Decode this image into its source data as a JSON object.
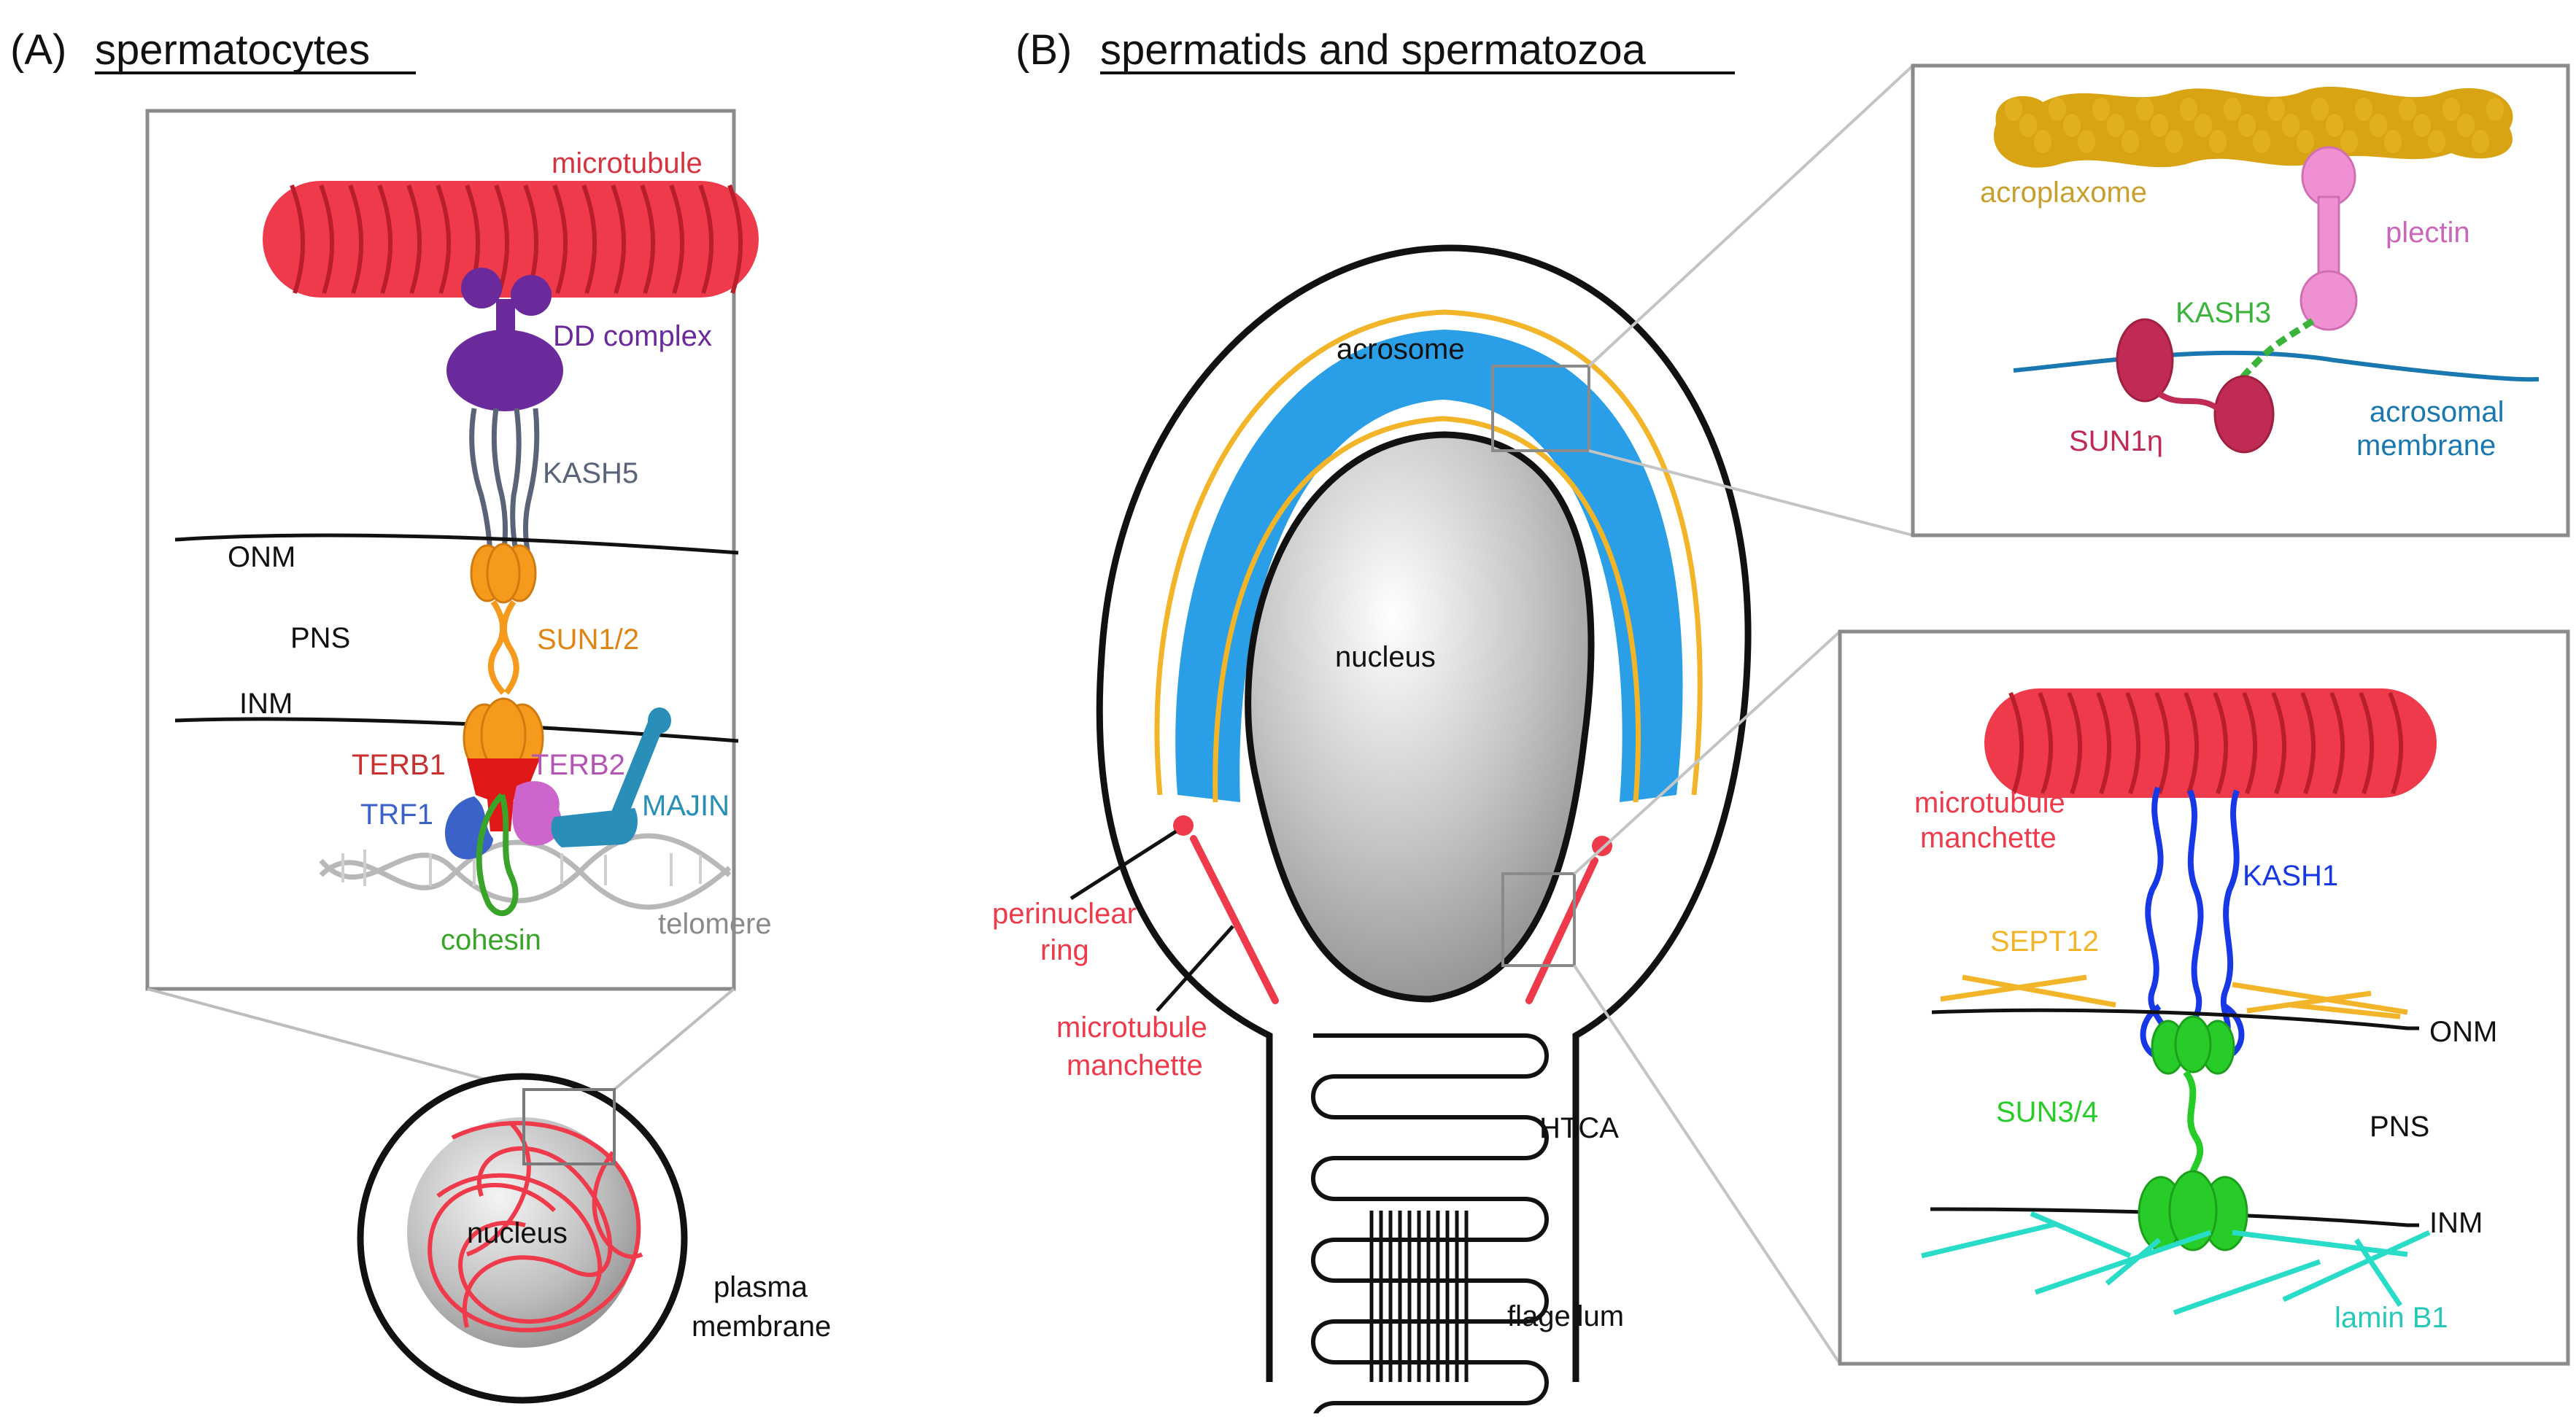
{
  "panel_a": {
    "letter": "(A)",
    "title": "spermatocytes",
    "labels": {
      "microtubule": "microtubule",
      "dd_complex": "DD complex",
      "kash5": "KASH5",
      "onm": "ONM",
      "pns": "PNS",
      "sun12": "SUN1/2",
      "inm": "INM",
      "terb1": "TERB1",
      "terb2": "TERB2",
      "trf1": "TRF1",
      "majin": "MAJIN",
      "telomere": "telomere",
      "cohesin": "cohesin",
      "nucleus": "nucleus",
      "plasma_membrane_1": "plasma",
      "plasma_membrane_2": "membrane"
    }
  },
  "panel_b": {
    "letter": "(B)",
    "title": "spermatids and spermatozoa",
    "labels": {
      "acrosome": "acrosome",
      "nucleus": "nucleus",
      "perinuclear_ring_1": "perinuclear",
      "perinuclear_ring_2": "ring",
      "microtubule_manchette_1": "microtubule",
      "microtubule_manchette_2": "manchette",
      "htca": "HTCA",
      "flagellum": "flagellum"
    },
    "inset_top": {
      "acroplaxome": "acroplaxome",
      "plectin": "plectin",
      "kash3": "KASH3",
      "sun1eta": "SUN1η",
      "acrosomal_membrane_1": "acrosomal",
      "acrosomal_membrane_2": "membrane"
    },
    "inset_bottom": {
      "microtubule_manchette_1": "microtubule",
      "microtubule_manchette_2": "manchette",
      "kash1": "KASH1",
      "sept12": "SEPT12",
      "onm": "ONM",
      "sun34": "SUN3/4",
      "pns": "PNS",
      "inm": "INM",
      "lamin_b1": "lamin B1"
    }
  },
  "colors": {
    "microtubule": "#ee3a4a",
    "dd_complex": "#6a2a9c",
    "kash5": "#5a6478",
    "sun12": "#f59a1c",
    "terb1": "#e01818",
    "terb2": "#cc66cc",
    "trf1": "#3a62c8",
    "majin": "#2a8fb8",
    "cohesin": "#3aa42a",
    "acrosome": "#2a9ee6",
    "acroplaxome": "#d8a414",
    "plectin": "#ee90d2",
    "kash3": "#3cb43c",
    "sun1eta": "#c02a55",
    "acrosomal_membrane": "#1a78b0",
    "kash1": "#1838e6",
    "sept12": "#f2b428",
    "sun34": "#28cc28",
    "lamin_b1": "#28dcc8"
  }
}
